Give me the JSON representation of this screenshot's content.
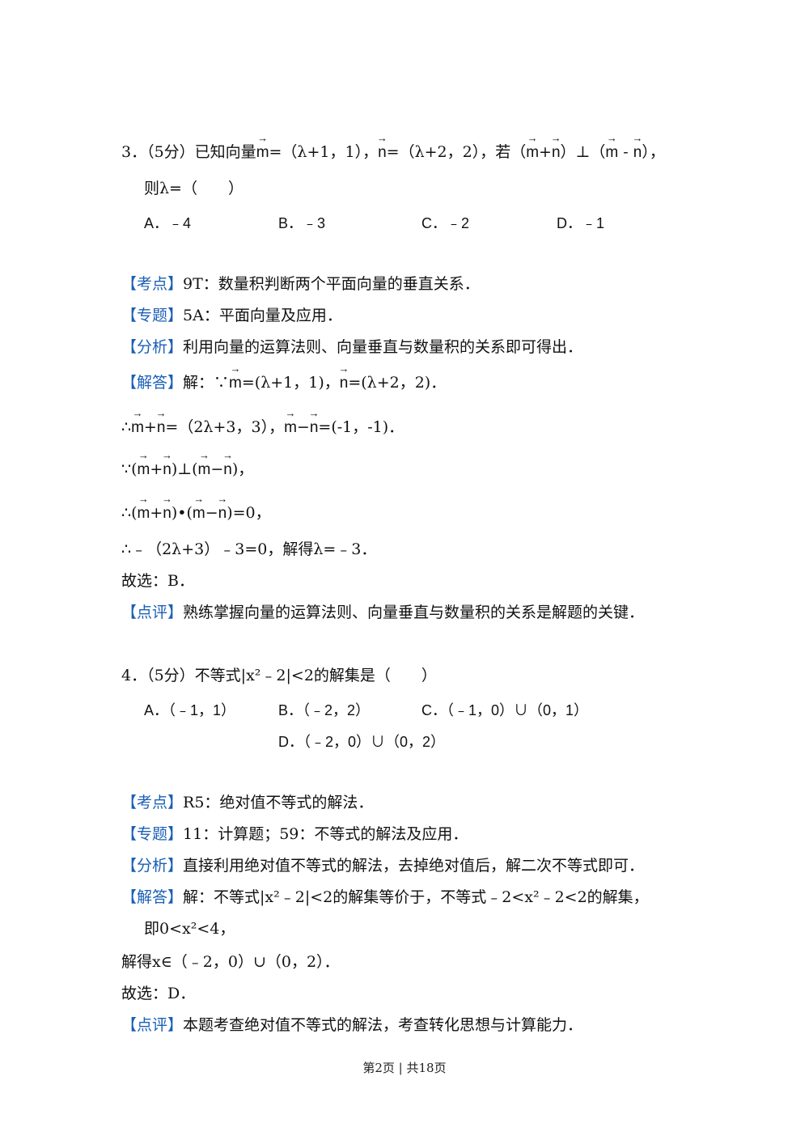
{
  "q3": {
    "head": "3．（5分）已知向量",
    "m_eq": "=（λ+1，1），",
    "n_eq": "=（λ+2，2），若（",
    "plus": "+",
    "perp": "）⊥（",
    "minus": " - ",
    "close": "），",
    "line2": "则λ=（　　）",
    "options": [
      "A．﹣4",
      "B．﹣3",
      "C．﹣2",
      "D．﹣1"
    ],
    "kaodian_tag": "【考点】",
    "kaodian": "9T：数量积判断两个平面向量的垂直关系．",
    "zhuanti_tag": "【专题】",
    "zhuanti": "5A：平面向量及应用．",
    "fenxi_tag": "【分析】",
    "fenxi": "利用向量的运算法则、向量垂直与数量积的关系即可得出．",
    "jieda_tag": "【解答】",
    "jieda_1a": "解：∵",
    "jieda_1b": "=(λ+1，1)，",
    "jieda_1c": "=(λ+2，2)．",
    "s2a": "∴",
    "s2b": "=（2λ+3，3），",
    "s2c": "=(-1，-1)．",
    "s3a": "∵(",
    "s3b": ")⊥(",
    "s3c": ")，",
    "s4a": "∴(",
    "s4b": ")•(",
    "s4c": ")=0，",
    "s5": "∴﹣（2λ+3）﹣3=0，解得λ=﹣3．",
    "s6": "故选：B．",
    "dianping_tag": "【点评】",
    "dianping": "熟练掌握向量的运算法则、向量垂直与数量积的关系是解题的关键．",
    "m": "m",
    "n": "n"
  },
  "q4": {
    "head": "4．（5分）不等式|x²﹣2|<2的解集是（　　）",
    "options": [
      "A．（﹣1，1）",
      "B．（﹣2，2）",
      "C．（﹣1，0）∪（0，1）",
      "D．（﹣2，0）∪（0，2）"
    ],
    "kaodian_tag": "【考点】",
    "kaodian": "R5：绝对值不等式的解法．",
    "zhuanti_tag": "【专题】",
    "zhuanti": "11：计算题；59：不等式的解法及应用．",
    "fenxi_tag": "【分析】",
    "fenxi": "直接利用绝对值不等式的解法，去掉绝对值后，解二次不等式即可．",
    "jieda_tag": "【解答】",
    "jieda": "解：不等式|x²﹣2|<2的解集等价于，不等式﹣2<x²﹣2<2的解集，",
    "jieda2": "即0<x²<4，",
    "jieda3": "解得x∈（﹣2，0）∪（0，2）．",
    "jieda4": "故选：D．",
    "dianping_tag": "【点评】",
    "dianping": "本题考查绝对值不等式的解法，考查转化思想与计算能力．"
  },
  "footer": "第2页 | 共18页"
}
